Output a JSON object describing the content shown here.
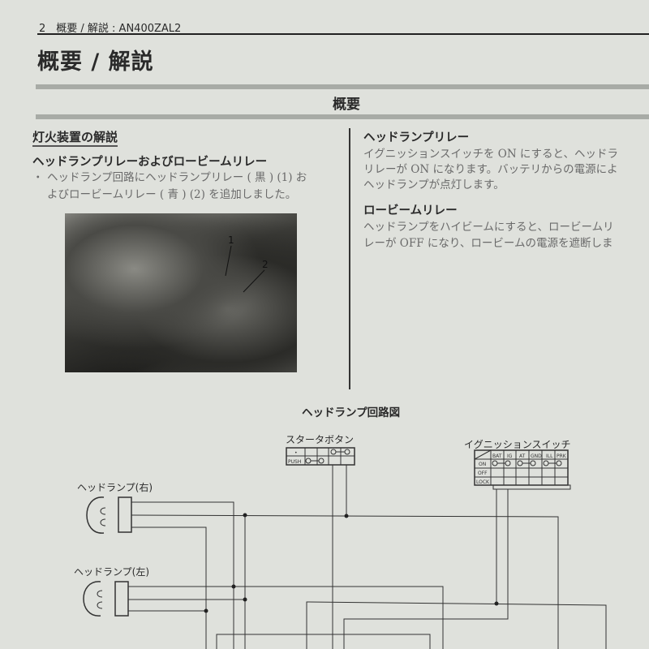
{
  "header": {
    "running_head": "2　概要 / 解説 : AN400ZAL2",
    "title": "概要 / 解説",
    "band_title": "概要"
  },
  "left": {
    "section": "灯火装置の解説",
    "subheading": "ヘッドランプリレーおよびロービームリレー",
    "bullet": "・",
    "lines": [
      "ヘッドランプ回路にヘッドランプリレー ( 黒 ) (1) お",
      "よびロービームリレー ( 青 ) (2) を追加しました。"
    ],
    "photo_callouts": [
      "1",
      "2"
    ]
  },
  "right": {
    "blocks": [
      {
        "heading": "ヘッドランプリレー",
        "lines": [
          "イグニッションスイッチを ON にすると、ヘッドラ",
          "リレーが ON になります。バッテリからの電源によ",
          "ヘッドランプが点灯します。"
        ]
      },
      {
        "heading": "ロービームリレー",
        "lines": [
          "ヘッドランプをハイビームにすると、ロービームリ",
          "レーが OFF になり、ロービームの電源を遮断しま"
        ]
      }
    ]
  },
  "diagram": {
    "title": "ヘッドランプ回路図",
    "starter_button": {
      "label": "スタータボタン",
      "rows": [
        "•",
        "PUSH"
      ]
    },
    "ignition_switch": {
      "label": "イグニッションスイッチ",
      "columns": [
        "BAT",
        "IG",
        "AT",
        "GND",
        "ILL",
        "PRK"
      ],
      "rows": [
        "ON",
        "OFF",
        "LOCK"
      ]
    },
    "headlamp_right": "ヘッドランプ(右)",
    "headlamp_left": "ヘッドランプ(左)"
  }
}
